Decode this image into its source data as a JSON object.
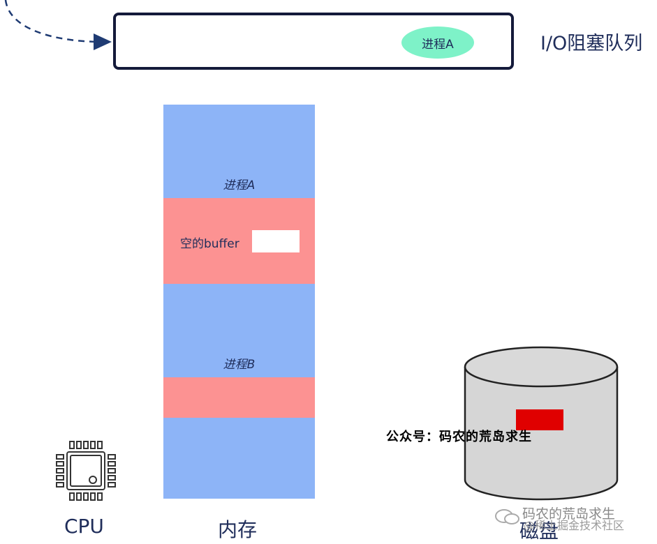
{
  "queue": {
    "label": "I/O阻塞队列",
    "process_in_queue": "进程A"
  },
  "memory": {
    "caption": "内存",
    "process_a_label": "进程A",
    "process_b_label": "进程B",
    "buffer_label": "空的buffer"
  },
  "cpu": {
    "caption": "CPU"
  },
  "disk": {
    "caption": "磁盘"
  },
  "watermark": {
    "public_account": "公众号：码农的荒岛求生",
    "corner_line1": "码农的荒岛求生",
    "corner_line2": "@稀土掘金技术社区"
  },
  "colors": {
    "memory_blue": "#8db4f7",
    "buffer_red": "#fc9292",
    "queue_pill": "#7ef2c8",
    "disk_gray": "#d6d6d6",
    "data_red": "#e00000"
  }
}
